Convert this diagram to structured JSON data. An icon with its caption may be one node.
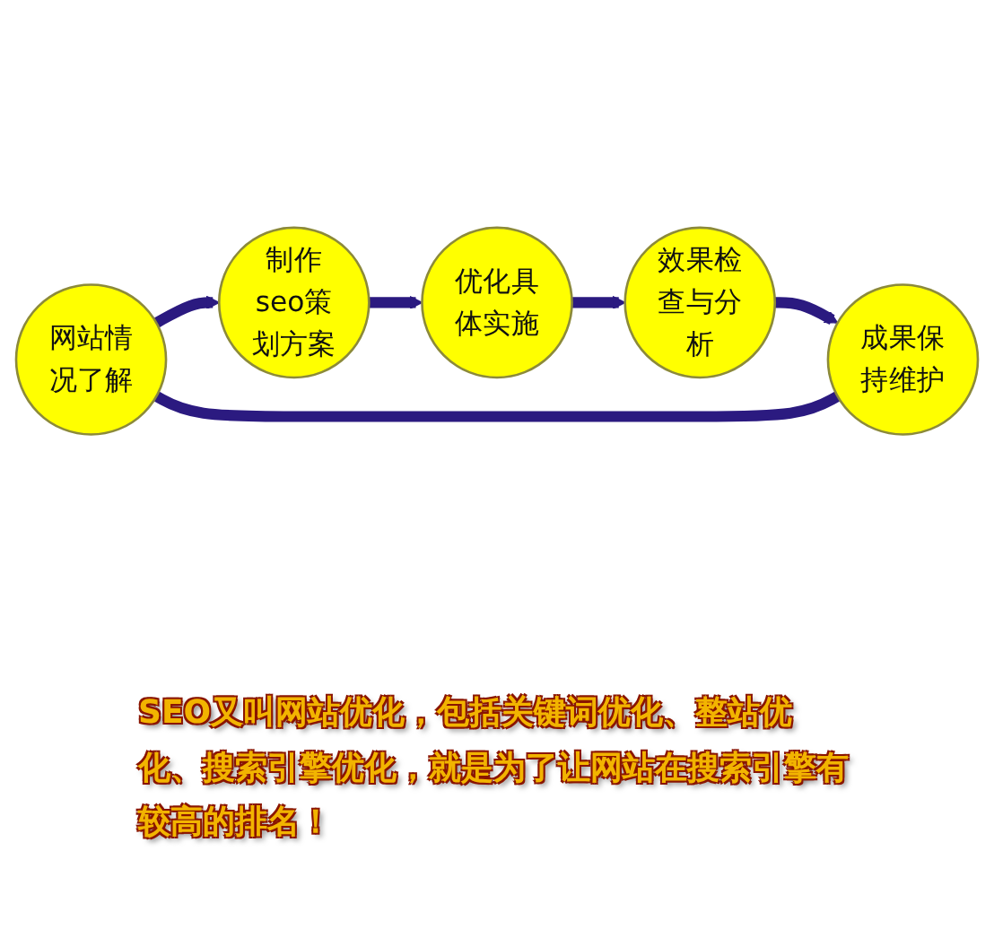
{
  "diagram": {
    "nodes": [
      {
        "text": [
          "网站情况了解"
        ]
      },
      {
        "text": [
          "制作seo策划方案"
        ]
      },
      {
        "text": [
          "成果保持维护"
        ]
      },
      {
        "text": [
          "优化具体实施"
        ]
      },
      {
        "text": [
          "效果检查与分析"
        ]
      }
    ],
    "edges": [
      {
        "from": 0,
        "to": 1,
        "arrow": "to"
      },
      {
        "from": 1,
        "to": 3,
        "arrow": "to"
      },
      {
        "from": 3,
        "to": 4,
        "arrow": "to"
      },
      {
        "from": 4,
        "to": 2,
        "arrow": "to"
      },
      {
        "from": 2,
        "to": 0,
        "arrow": "none"
      }
    ],
    "labels": [
      "SEO又叫网站优化，包括关键词优化、整站优化、搜索引擎优化，就是为了让网站在搜索引擎有较高的排名！"
    ]
  }
}
